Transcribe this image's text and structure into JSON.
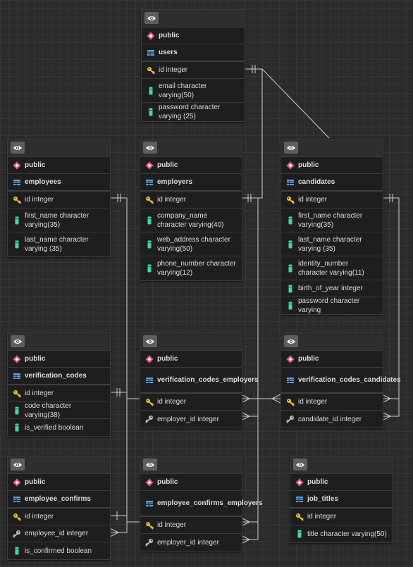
{
  "tables": [
    {
      "id": "users",
      "schema": "public",
      "name": "users",
      "cols": [
        {
          "text": "id integer",
          "icon": "key"
        },
        {
          "text": "email character varying(50)",
          "icon": "column"
        },
        {
          "text": "password character varying (25)",
          "icon": "column"
        }
      ]
    },
    {
      "id": "employees",
      "schema": "public",
      "name": "employees",
      "cols": [
        {
          "text": "id integer",
          "icon": "key"
        },
        {
          "text": "first_name character varying(35)",
          "icon": "column"
        },
        {
          "text": "last_name character varying (35)",
          "icon": "column"
        }
      ]
    },
    {
      "id": "employers",
      "schema": "public",
      "name": "employers",
      "cols": [
        {
          "text": "id integer",
          "icon": "key"
        },
        {
          "text": "company_name character varying(40)",
          "icon": "column"
        },
        {
          "text": "web_address character varying(50)",
          "icon": "column"
        },
        {
          "text": "phone_number character varying(12)",
          "icon": "column"
        }
      ]
    },
    {
      "id": "candidates",
      "schema": "public",
      "name": "candidates",
      "cols": [
        {
          "text": "id integer",
          "icon": "key"
        },
        {
          "text": "first_name character varying(35)",
          "icon": "column"
        },
        {
          "text": "last_name character varying (35)",
          "icon": "column"
        },
        {
          "text": "identity_number character varying(11)",
          "icon": "column"
        },
        {
          "text": "birth_of_year integer",
          "icon": "column"
        },
        {
          "text": "password character varying",
          "icon": "column"
        }
      ]
    },
    {
      "id": "verification_codes",
      "schema": "public",
      "name": "verification_codes",
      "cols": [
        {
          "text": "id integer",
          "icon": "key"
        },
        {
          "text": "code character varying(38)",
          "icon": "column"
        },
        {
          "text": "is_verified boolean",
          "icon": "column"
        }
      ]
    },
    {
      "id": "verification_codes_employers",
      "schema": "public",
      "name": "verification_codes_employers",
      "cols": [
        {
          "text": "id integer",
          "icon": "key"
        },
        {
          "text": "employer_id integer",
          "icon": "fkey"
        }
      ]
    },
    {
      "id": "verification_codes_candidates",
      "schema": "public",
      "name": "verification_codes_candidates",
      "cols": [
        {
          "text": "id integer",
          "icon": "key"
        },
        {
          "text": "candidate_id integer",
          "icon": "fkey"
        }
      ]
    },
    {
      "id": "employee_confirms",
      "schema": "public",
      "name": "employee_confirms",
      "cols": [
        {
          "text": "id integer",
          "icon": "key"
        },
        {
          "text": "employee_id integer",
          "icon": "fkey"
        },
        {
          "text": "is_confirmed boolean",
          "icon": "column"
        }
      ]
    },
    {
      "id": "employee_confirms_employers",
      "schema": "public",
      "name": "employee_confirms_employers",
      "cols": [
        {
          "text": "id integer",
          "icon": "key"
        },
        {
          "text": "employer_id integer",
          "icon": "fkey"
        }
      ]
    },
    {
      "id": "job_titles",
      "schema": "public",
      "name": "job_titles",
      "cols": [
        {
          "text": "id integer",
          "icon": "key"
        },
        {
          "text": "title character varying(50)",
          "icon": "column"
        }
      ]
    }
  ],
  "colors": {
    "key": "#e8c13a",
    "column": "#3fd9a4",
    "fkey": "#bdbdbd",
    "schema": "#e05570",
    "table": "#5aa0e0",
    "link": "#cfcfcf"
  }
}
